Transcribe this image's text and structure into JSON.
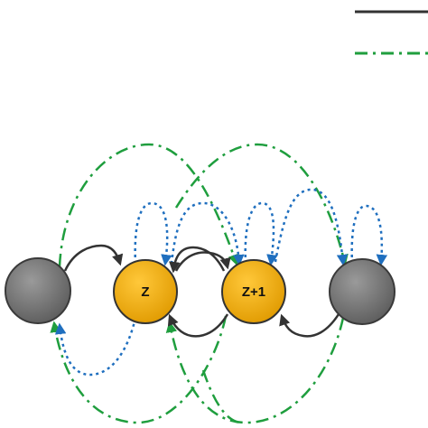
{
  "colors": {
    "background": "#ffffff",
    "solid_arrow": "#333333",
    "dashdot_curve": "#1f9e3e",
    "dotted_arrow": "#1f6fbf",
    "node_gray_fill": "#6f6f6f",
    "node_gold_fill": "#f2ad0f",
    "node_stroke": "#333333"
  },
  "nodes": [
    {
      "id": "left",
      "label": "",
      "fill_key": "node_gray_fill"
    },
    {
      "id": "z",
      "label": "Z",
      "fill_key": "node_gold_fill"
    },
    {
      "id": "z1",
      "label": "Z+1",
      "fill_key": "node_gold_fill"
    },
    {
      "id": "right",
      "label": "",
      "fill_key": "node_gray_fill"
    }
  ],
  "legend": [
    {
      "style": "solid",
      "label": ""
    },
    {
      "style": "dash-dot",
      "label": ""
    }
  ]
}
